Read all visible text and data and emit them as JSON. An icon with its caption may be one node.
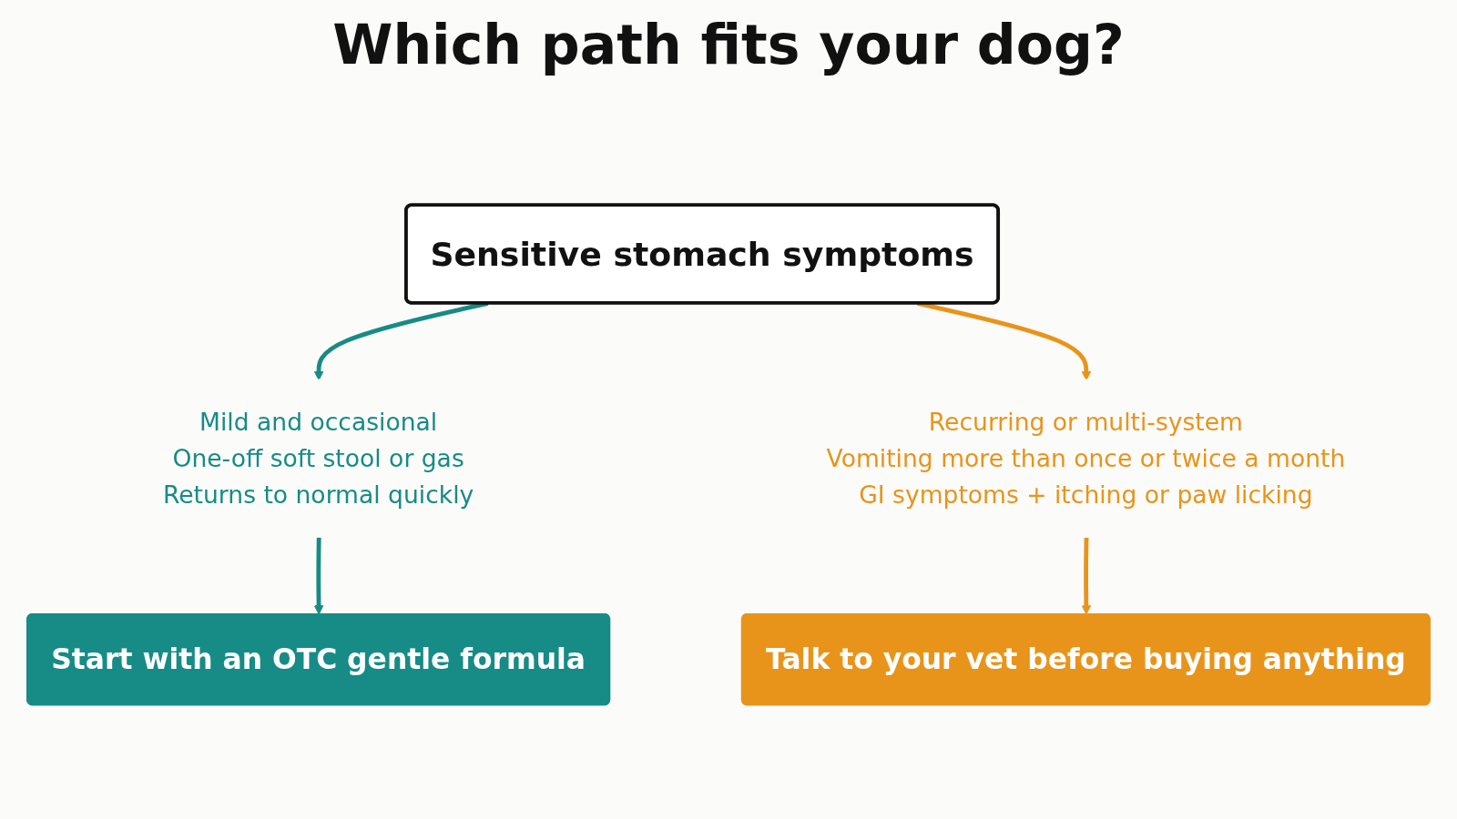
{
  "diagram": {
    "title": "Which path fits your dog?",
    "nodes": [
      {
        "text": [
          "Sensitive stomach symptoms"
        ]
      },
      {
        "text": [
          "Mild and occasional",
          "One-off soft stool or gas",
          "Returns to normal quickly"
        ]
      },
      {
        "text": [
          "Recurring or multi-system",
          "Vomiting more than once or twice a month",
          "GI symptoms + itching or paw licking"
        ]
      },
      {
        "text": [
          "Start with an OTC gentle formula"
        ]
      },
      {
        "text": [
          "Talk to your vet before buying anything"
        ]
      }
    ],
    "edges": [
      {
        "from": 0,
        "to": 1,
        "arrow": "to",
        "color": "#178b86"
      },
      {
        "from": 0,
        "to": 2,
        "arrow": "to",
        "color": "#e8941a"
      },
      {
        "from": 1,
        "to": 3,
        "arrow": "to",
        "color": "#178b86"
      },
      {
        "from": 2,
        "to": 4,
        "arrow": "to",
        "color": "#e8941a"
      }
    ]
  }
}
